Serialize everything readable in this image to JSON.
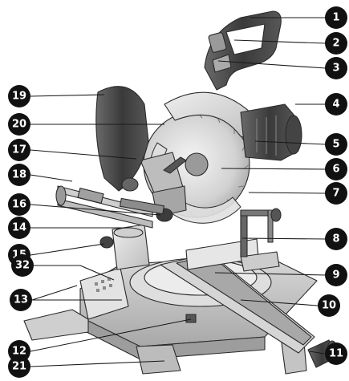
{
  "figure": "Miter saw parts diagram",
  "callouts": [
    {
      "id": "1",
      "label": "1"
    },
    {
      "id": "2",
      "label": "2"
    },
    {
      "id": "3",
      "label": "3"
    },
    {
      "id": "4",
      "label": "4"
    },
    {
      "id": "5",
      "label": "5"
    },
    {
      "id": "6",
      "label": "6"
    },
    {
      "id": "7",
      "label": "7"
    },
    {
      "id": "8",
      "label": "8"
    },
    {
      "id": "9",
      "label": "9"
    },
    {
      "id": "10",
      "label": "10"
    },
    {
      "id": "11",
      "label": "11"
    },
    {
      "id": "12",
      "label": "12"
    },
    {
      "id": "13",
      "label": "13"
    },
    {
      "id": "14",
      "label": "14"
    },
    {
      "id": "15",
      "label": "15"
    },
    {
      "id": "16",
      "label": "16"
    },
    {
      "id": "17",
      "label": "17"
    },
    {
      "id": "18",
      "label": "18"
    },
    {
      "id": "19",
      "label": "19"
    },
    {
      "id": "20",
      "label": "20"
    },
    {
      "id": "21",
      "label": "21"
    },
    {
      "id": "32",
      "label": "32"
    }
  ]
}
